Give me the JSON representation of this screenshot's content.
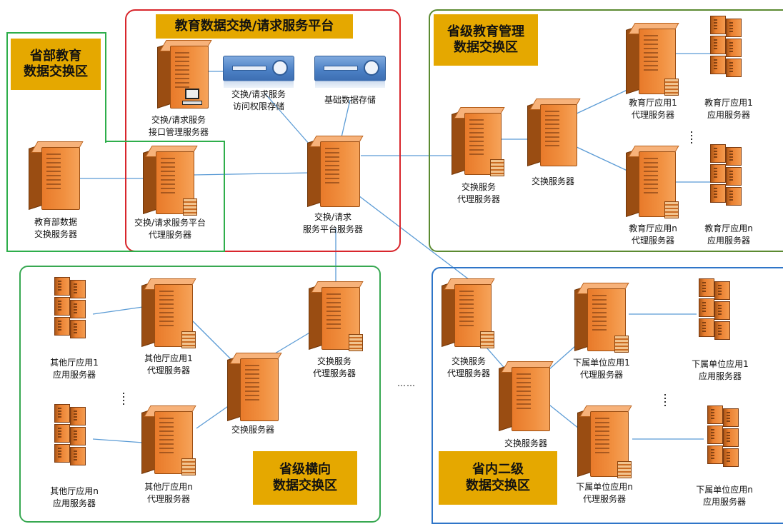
{
  "zones": {
    "moe": "省部教育\n数据交换区",
    "platform": "教育数据交换/请求服务平台",
    "province_edu": "省级教育管理\n数据交换区",
    "horizontal": "省级横向\n数据交换区",
    "secondary": "省内二级\n数据交换区"
  },
  "nodes": {
    "moe_exchange": "教育部数据\n交换服务器",
    "platform_proxy": "交换/请求服务平台\n代理服务器",
    "interface_mgmt": "交换/请求服务\n接口管理服务器",
    "access_storage": "交换/请求服务\n访问权限存储",
    "basic_storage": "基础数据存储",
    "platform_server": "交换/请求\n服务平台服务器",
    "edu_proxy": "交换服务\n代理服务器",
    "edu_exchange": "交换服务器",
    "edu_app1_proxy": "教育厅应用1\n代理服务器",
    "edu_app1_server": "教育厅应用1\n应用服务器",
    "edu_appn_proxy": "教育厅应用n\n代理服务器",
    "edu_appn_server": "教育厅应用n\n应用服务器",
    "hz_app1_server": "其他厅应用1\n应用服务器",
    "hz_app1_proxy": "其他厅应用1\n代理服务器",
    "hz_appn_server": "其他厅应用n\n应用服务器",
    "hz_appn_proxy": "其他厅应用n\n代理服务器",
    "hz_exchange": "交换服务器",
    "hz_proxy": "交换服务\n代理服务器",
    "sec_proxy": "交换服务\n代理服务器",
    "sec_exchange": "交换服务器",
    "sec_app1_proxy": "下属单位应用1\n代理服务器",
    "sec_app1_server": "下属单位应用1\n应用服务器",
    "sec_appn_proxy": "下属单位应用n\n代理服务器",
    "sec_appn_server": "下属单位应用n\n应用服务器"
  },
  "ellipsis": "……",
  "colors": {
    "title_fill": "#e5a800",
    "link": "#5b9bd5",
    "platform_border": "#d8262c",
    "moe_border": "#2eae4b",
    "province_border": "#5b8a31",
    "horizontal_border": "#37a851",
    "secondary_border": "#2e75c8",
    "server_orange": "#f19040"
  }
}
